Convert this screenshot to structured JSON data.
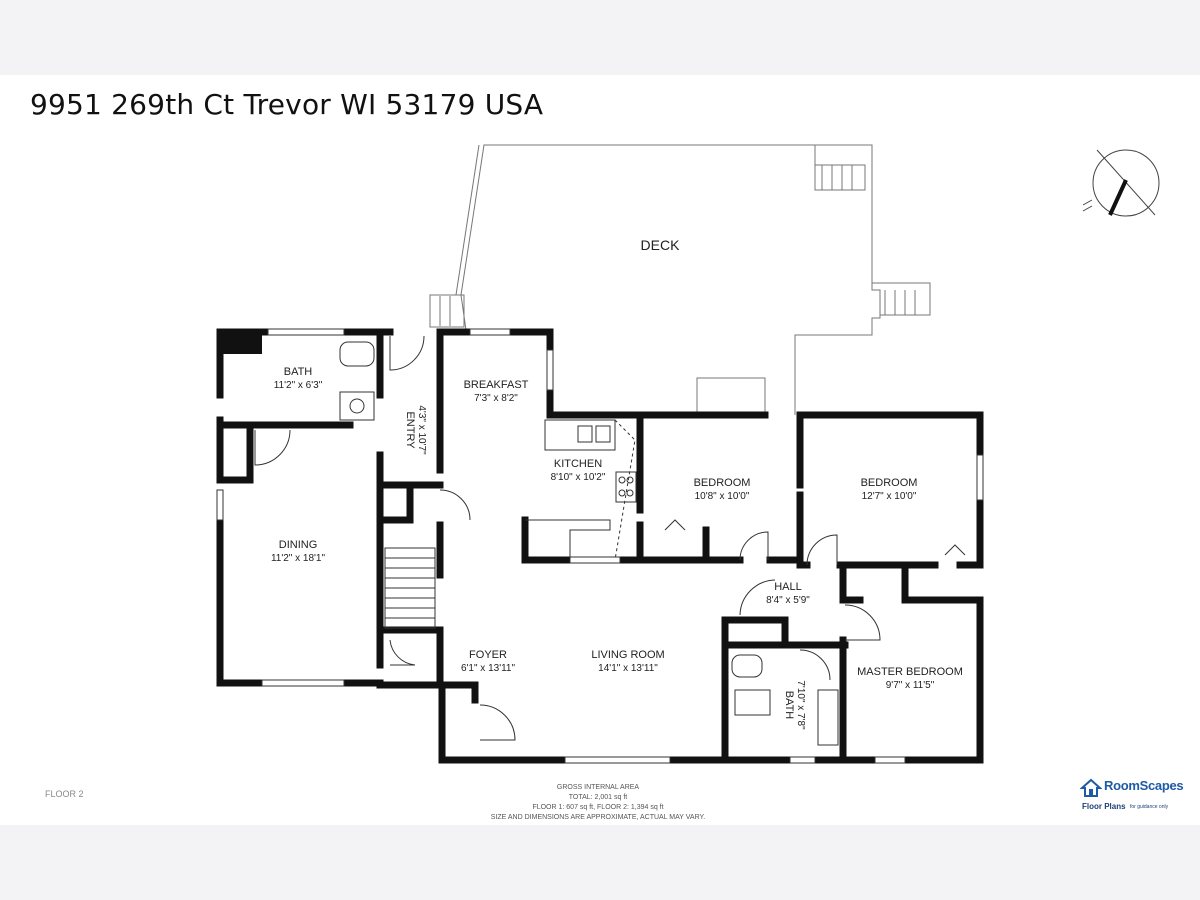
{
  "address": "9951 269th Ct Trevor WI 53179 USA",
  "rooms": {
    "deck": {
      "name": "DECK"
    },
    "bath1": {
      "name": "BATH",
      "size": "11'2\" x 6'3\""
    },
    "entry": {
      "name": "ENTRY",
      "size": "4'3\" x 10'7\""
    },
    "breakfast": {
      "name": "BREAKFAST",
      "size": "7'3\" x 8'2\""
    },
    "kitchen": {
      "name": "KITCHEN",
      "size": "8'10\" x 10'2\""
    },
    "bedroom1": {
      "name": "BEDROOM",
      "size": "10'8\" x 10'0\""
    },
    "bedroom2": {
      "name": "BEDROOM",
      "size": "12'7\" x 10'0\""
    },
    "dining": {
      "name": "DINING",
      "size": "11'2\" x 18'1\""
    },
    "hall": {
      "name": "HALL",
      "size": "8'4\" x 5'9\""
    },
    "foyer": {
      "name": "FOYER",
      "size": "6'1\" x 13'11\""
    },
    "living": {
      "name": "LIVING ROOM",
      "size": "14'1\" x 13'11\""
    },
    "bath2": {
      "name": "BATH",
      "size": "7'10\" x 7'8\""
    },
    "master": {
      "name": "MASTER BEDROOM",
      "size": "9'7\" x 11'5\""
    }
  },
  "area_notes": {
    "heading": "GROSS INTERNAL AREA",
    "total": "TOTAL: 2,001 sq ft",
    "floors": "FLOOR 1: 607 sq ft, FLOOR 2: 1,394 sq ft",
    "disclaimer": "SIZE AND DIMENSIONS ARE APPROXIMATE, ACTUAL MAY VARY."
  },
  "floor_label": "FLOOR 2",
  "logo": {
    "brand": "RoomScapes",
    "sub": "Floor Plans",
    "tagline": "for guidance only"
  },
  "compass": {
    "icon": "north-compass-icon"
  }
}
